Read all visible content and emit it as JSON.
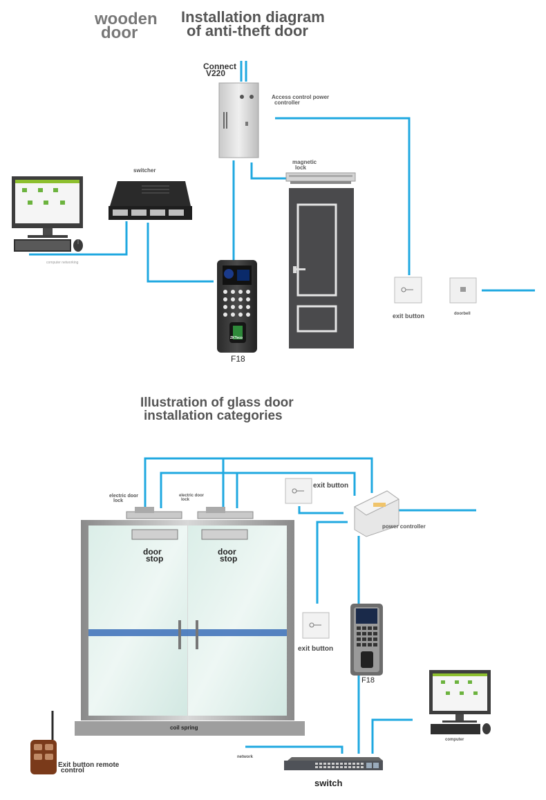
{
  "wooden": {
    "label_wooden": "wooden",
    "label_door": "door",
    "title_line1": "Installation diagram",
    "title_line2": "of anti-theft door",
    "connect_line1": "Connect",
    "connect_line2": "V220",
    "power_controller_line1": "Access control power",
    "power_controller_line2": "controller",
    "switcher": "switcher",
    "magnetic_line1": "magnetic",
    "magnetic_line2": "lock",
    "computer_caption": "computer networking",
    "reader": "F18",
    "exit_button": "exit button",
    "doorbell": "doorbell",
    "brand": "ZKTeco"
  },
  "glass": {
    "title_line1": "Illustration of glass door",
    "title_line2": "installation categories",
    "electric_lock_line1": "electric door",
    "electric_lock_line2": "lock",
    "electric_lock2_line1": "electric door",
    "electric_lock2_line2": "lock",
    "exit_button_top": "exit button",
    "power_controller": "power controller",
    "door_stop_line1": "door",
    "door_stop_line2": "stop",
    "exit_button_mid": "exit button",
    "reader": "F18",
    "coil_spring": "coil spring",
    "computer": "computer",
    "network": "network",
    "remote_line1": "Exit button remote",
    "remote_line2": "control",
    "switch": "switch"
  },
  "colors": {
    "wire": "#1fa8e0",
    "door_dark": "#4a4a4c",
    "device_grey": "#d9d9d9",
    "text_dark": "#333333"
  }
}
